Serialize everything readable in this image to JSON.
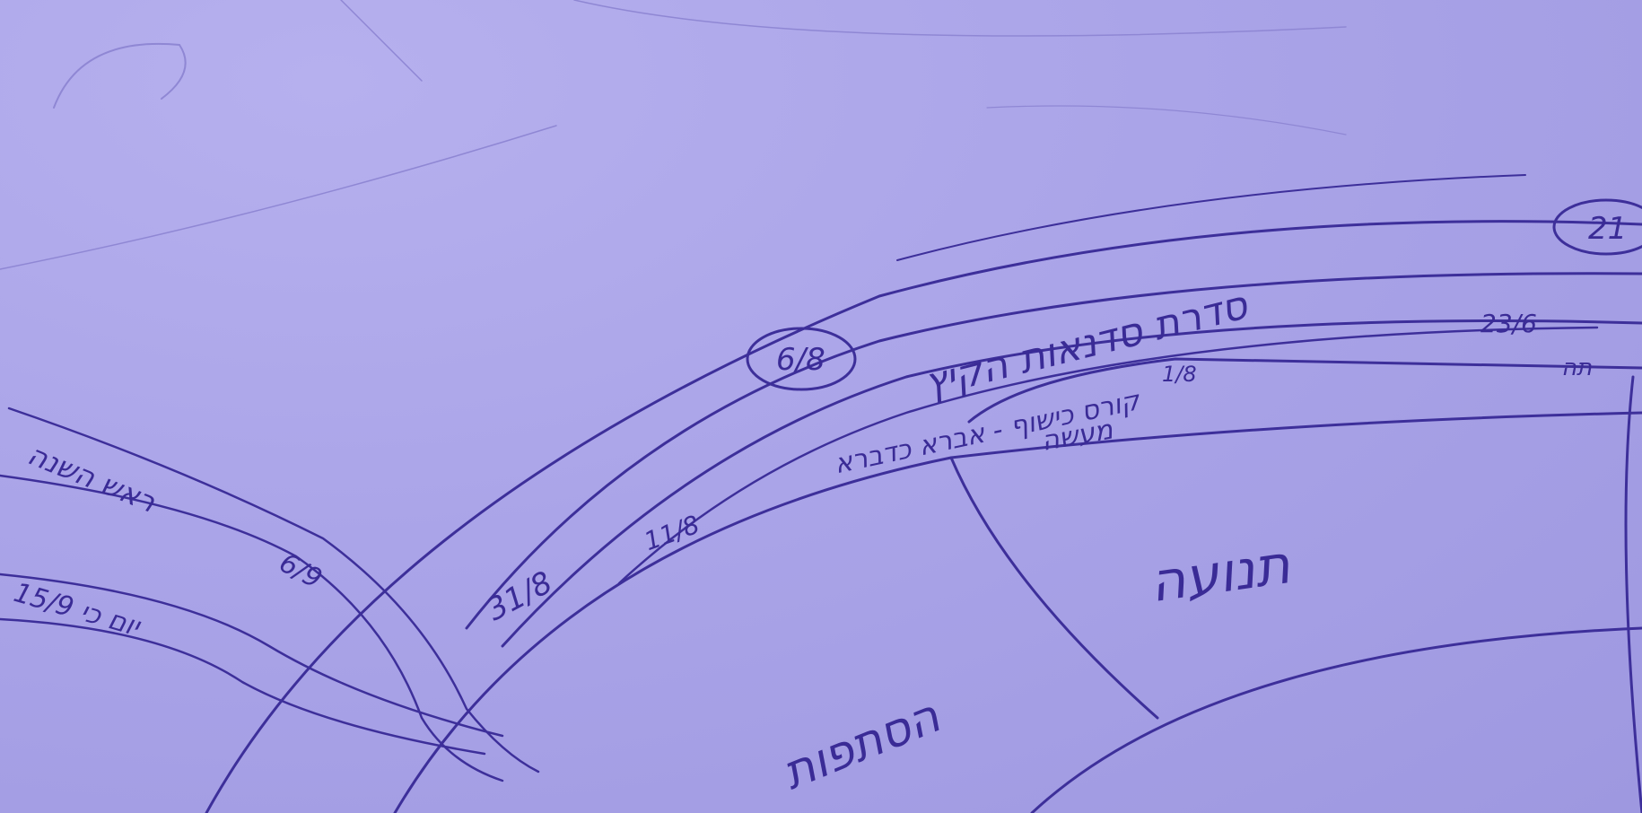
{
  "labels": {
    "rosh_hashana": "ראש השנה",
    "rosh_hashana_date": "6/9",
    "yom_kippur": "15/9 יום כי",
    "summer_series": "סדרת סדנאות הקיץ",
    "summer_date": "6/8",
    "top_date": "21",
    "course": "קורס כישוף - אברא כדברא",
    "course_date": "23/6",
    "date_11_8": "11/8",
    "date_31_8": "31/8",
    "date_1_8": "1/8",
    "maase": "מעשה",
    "tnua": "תנועה",
    "histapfut": "הסתפות",
    "right_edge": "תה"
  },
  "colors": {
    "paper": "#aaa4e8",
    "ink": "#3d2f9a"
  }
}
